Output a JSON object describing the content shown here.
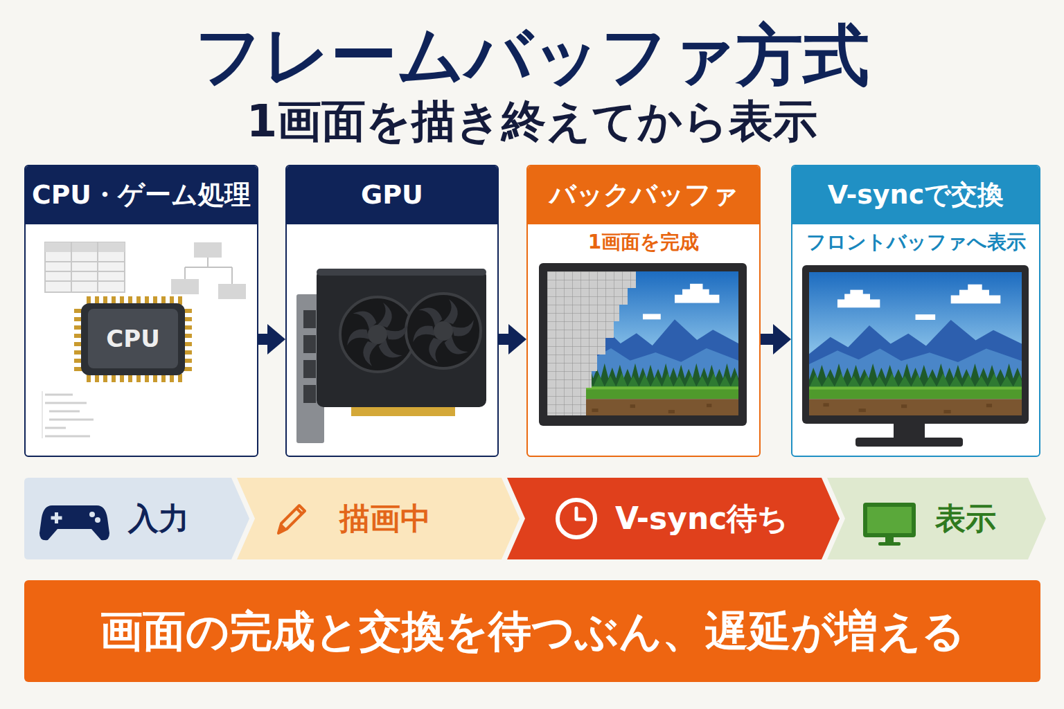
{
  "diagram": {
    "title": "フレームバッファ方式",
    "nodes": [
      {
        "text": [
          "CPU・ゲーム処理"
        ]
      },
      {
        "text": [
          "GPU"
        ]
      },
      {
        "text": [
          "バックバッファ",
          "1画面を完成"
        ]
      },
      {
        "text": [
          "V-syncで交換",
          "フロントバッファへ表示"
        ]
      },
      {
        "text": [
          "入力"
        ]
      },
      {
        "text": [
          "描画中"
        ]
      },
      {
        "text": [
          "V-sync待ち"
        ]
      },
      {
        "text": [
          "表示"
        ]
      },
      {
        "text": [
          "画面の完成と交換を待つぶん、遅延が増える"
        ]
      }
    ],
    "edges": [
      {
        "from": 0,
        "to": 1,
        "arrow": "to"
      },
      {
        "from": 1,
        "to": 2,
        "arrow": "to"
      },
      {
        "from": 2,
        "to": 3,
        "arrow": "to"
      }
    ],
    "labels": [
      "1画面を描き終えてから表示",
      "CPU"
    ]
  }
}
